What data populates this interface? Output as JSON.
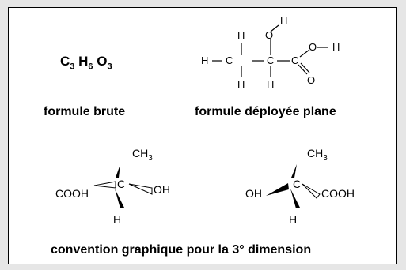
{
  "brute": {
    "C": "C",
    "n1": "3",
    "H": "H",
    "n2": "6",
    "O": "O",
    "n3": "3",
    "caption": "formule brute"
  },
  "developed": {
    "caption": "formule déployée plane",
    "atoms": {
      "h1": "H",
      "h2": "H",
      "h3": "H",
      "h4": "H",
      "h5": "H",
      "h6": "H",
      "c1": "C",
      "c2": "C",
      "c3": "C",
      "o1": "O",
      "o2": "O",
      "o3": "O"
    }
  },
  "stereo": {
    "caption": "convention graphique pour la 3° dimension",
    "left": {
      "top": "CH",
      "top_sub": "3",
      "left": "COOH",
      "center": "C",
      "right": "OH",
      "bottom": "H"
    },
    "right": {
      "top": "CH",
      "top_sub": "3",
      "left": "OH",
      "center": "C",
      "right": "COOH",
      "bottom": "H"
    }
  }
}
